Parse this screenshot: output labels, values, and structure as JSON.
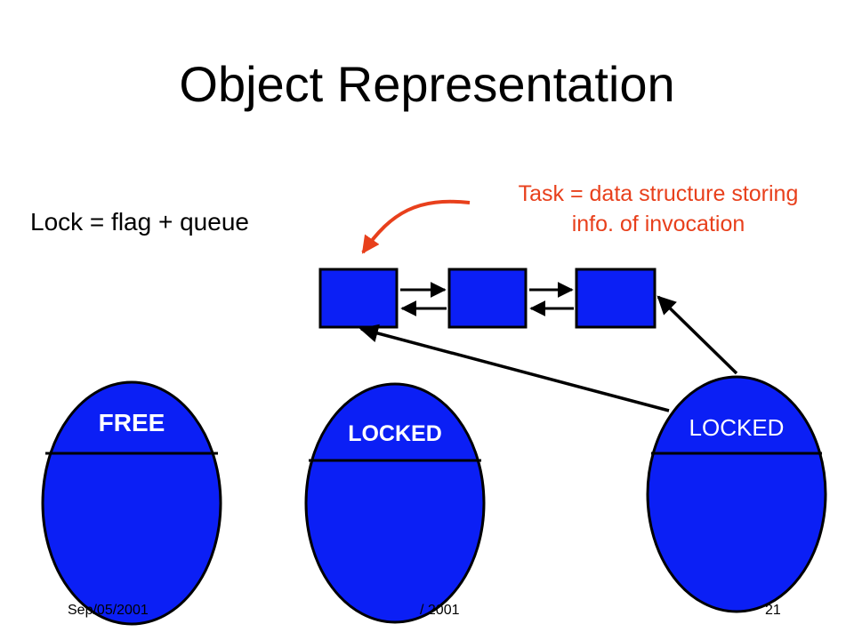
{
  "slide": {
    "title": "Object Representation",
    "lock_definition": "Lock = flag + queue",
    "task_note_line1": "Task = data structure storing",
    "task_note_line2": "info. of invocation"
  },
  "objects": [
    {
      "label": "FREE"
    },
    {
      "label": "LOCKED"
    },
    {
      "label": "LOCKED"
    }
  ],
  "queue": {
    "task_count": 3
  },
  "footer": {
    "date": "Sep/05/2001",
    "middle": "/ 2001",
    "page": "21"
  },
  "colors": {
    "fill": "#0b1ff5",
    "annotation": "#e8401c",
    "line": "#000000"
  }
}
